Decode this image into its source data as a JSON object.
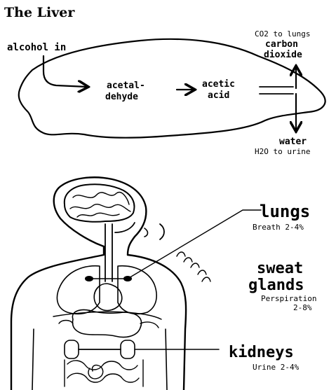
{
  "title": "The Liver",
  "liver": {
    "alcohol_in": "alcohol in",
    "acetaldehyde_line1": "acetal-",
    "acetaldehyde_line2": "dehyde",
    "acetic_line1": "acetic",
    "acetic_line2": "acid",
    "co2_note": "CO2 to lungs",
    "co2_line1": "carbon",
    "co2_line2": "dioxide",
    "water": "water",
    "water_note": "H2O to urine"
  },
  "exits": {
    "lungs": {
      "name": "lungs",
      "detail": "Breath 2-4%"
    },
    "sweat": {
      "name_line1": "sweat",
      "name_line2": "glands",
      "detail_line1": "Perspiration",
      "detail_line2": "2-8%"
    },
    "kidneys": {
      "name": "kidneys",
      "detail": "Urine 2-4%"
    }
  }
}
